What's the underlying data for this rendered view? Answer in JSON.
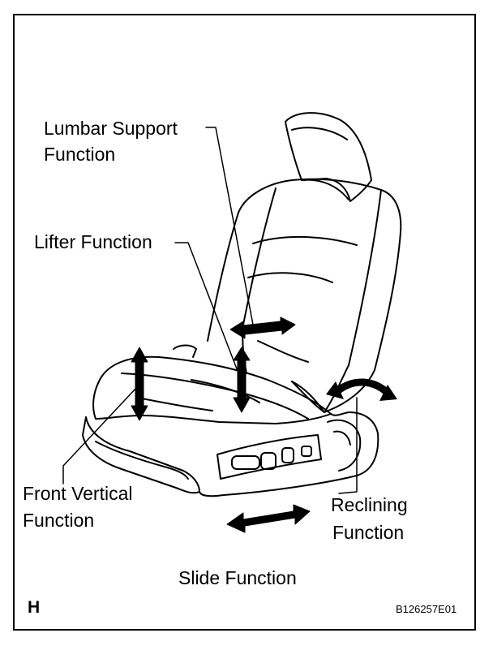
{
  "labels": {
    "lumbar_line1": "Lumbar Support",
    "lumbar_line2": "Function",
    "lifter": "Lifter Function",
    "front_vertical_line1": "Front Vertical",
    "front_vertical_line2": "Function",
    "reclining_line1": "Reclining",
    "reclining_line2": "Function",
    "slide": "Slide Function"
  },
  "corner_mark": "H",
  "figure_code": "B126257E01"
}
